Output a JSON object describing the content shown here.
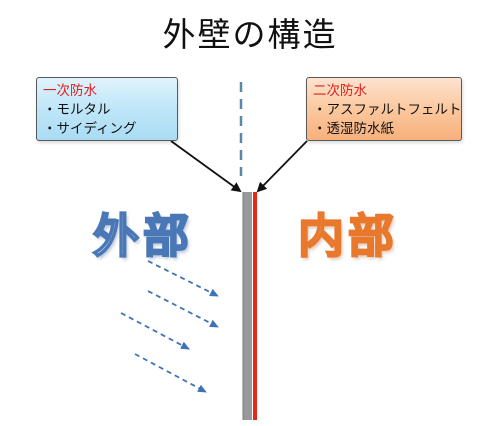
{
  "title": "外壁の構造",
  "primary": {
    "heading": "一次防水",
    "items": [
      "・モルタル",
      "・サイディング"
    ]
  },
  "secondary": {
    "heading": "二次防水",
    "items": [
      "・アスファルトフェルト",
      "・透湿防水紙"
    ]
  },
  "labels": {
    "outside": "外部",
    "inside": "内部"
  },
  "colors": {
    "wall": "#999999",
    "membrane": "#e2281c",
    "rain_arrows": "#3f73b5",
    "outside_label": "#4a78b6",
    "inside_label": "#e8782c",
    "primary_box": "#bfe6f8",
    "secondary_box": "#fbc89f"
  }
}
